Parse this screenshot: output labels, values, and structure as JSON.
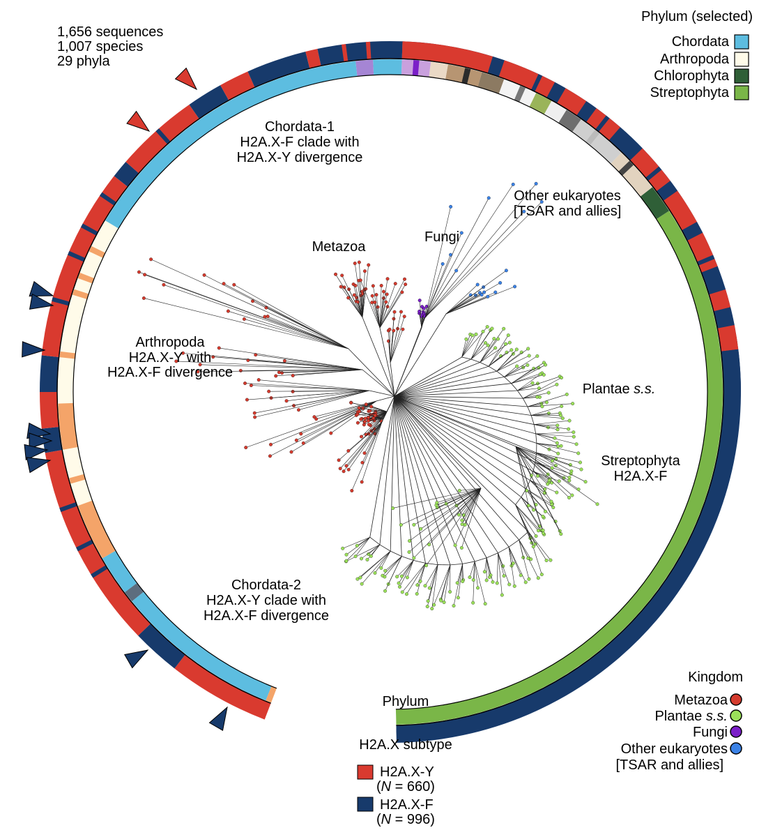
{
  "stats": {
    "line1": "1,656 sequences",
    "line2": "1,007 species",
    "line3": "29 phyla"
  },
  "phylum_legend": {
    "title": "Phylum (selected)",
    "items": [
      {
        "label": "Chordata",
        "color": "#5dbde0"
      },
      {
        "label": "Arthropoda",
        "color": "#fffbe9"
      },
      {
        "label": "Chlorophyta",
        "color": "#2f5f37"
      },
      {
        "label": "Streptophyta",
        "color": "#7ab648"
      }
    ]
  },
  "kingdom_legend": {
    "title": "Kingdom",
    "items": [
      {
        "label": "Metazoa",
        "color": "#d43b2e"
      },
      {
        "label": "Plantae",
        "suffix": "s.s.",
        "color": "#9be05a"
      },
      {
        "label": "Fungi",
        "color": "#7b1fc8"
      },
      {
        "label": "Other eukaryotes",
        "label2": "[TSAR and allies]",
        "color": "#3b82e6"
      }
    ]
  },
  "subtype_legend": {
    "items": [
      {
        "label": "H2A.X-Y",
        "n_prefix": "(",
        "n_var": "N",
        "n_text": " = 660)",
        "color": "#d93a2f"
      },
      {
        "label": "H2A.X-F",
        "n_prefix": "(",
        "n_var": "N",
        "n_text": " = 996)",
        "color": "#173a6b"
      }
    ]
  },
  "ring_labels": {
    "phylum": "Phylum",
    "subtype": "H2A.X subtype"
  },
  "clade_labels": {
    "chordata1": [
      "Chordata-1",
      "H2A.X-F clade with",
      "H2A.X-Y divergence"
    ],
    "arthropoda": [
      "Arthropoda",
      "H2A.X-Y with",
      "H2A.X-F divergence"
    ],
    "chordata2": [
      "Chordata-2",
      "H2A.X-Y clade with",
      "H2A.X-F divergence"
    ],
    "metazoa": "Metazoa",
    "fungi": "Fungi",
    "other": [
      "Other eukaryotes",
      "[TSAR and allies]"
    ],
    "plantae": "Plantae",
    "plantae_suffix": "s.s.",
    "streptophyta": [
      "Streptophyta",
      "H2A.X-F"
    ]
  },
  "colors": {
    "y_red": "#d93a2f",
    "f_navy": "#173a6b",
    "chordata": "#5dbde0",
    "arthropoda": "#fffbe9",
    "streptophyta": "#7ab648",
    "chlorophyta": "#2f5f37",
    "metazoa": "#d43b2e",
    "plantae": "#9be05a",
    "fungi": "#7b1fc8",
    "other": "#3b82e6"
  }
}
